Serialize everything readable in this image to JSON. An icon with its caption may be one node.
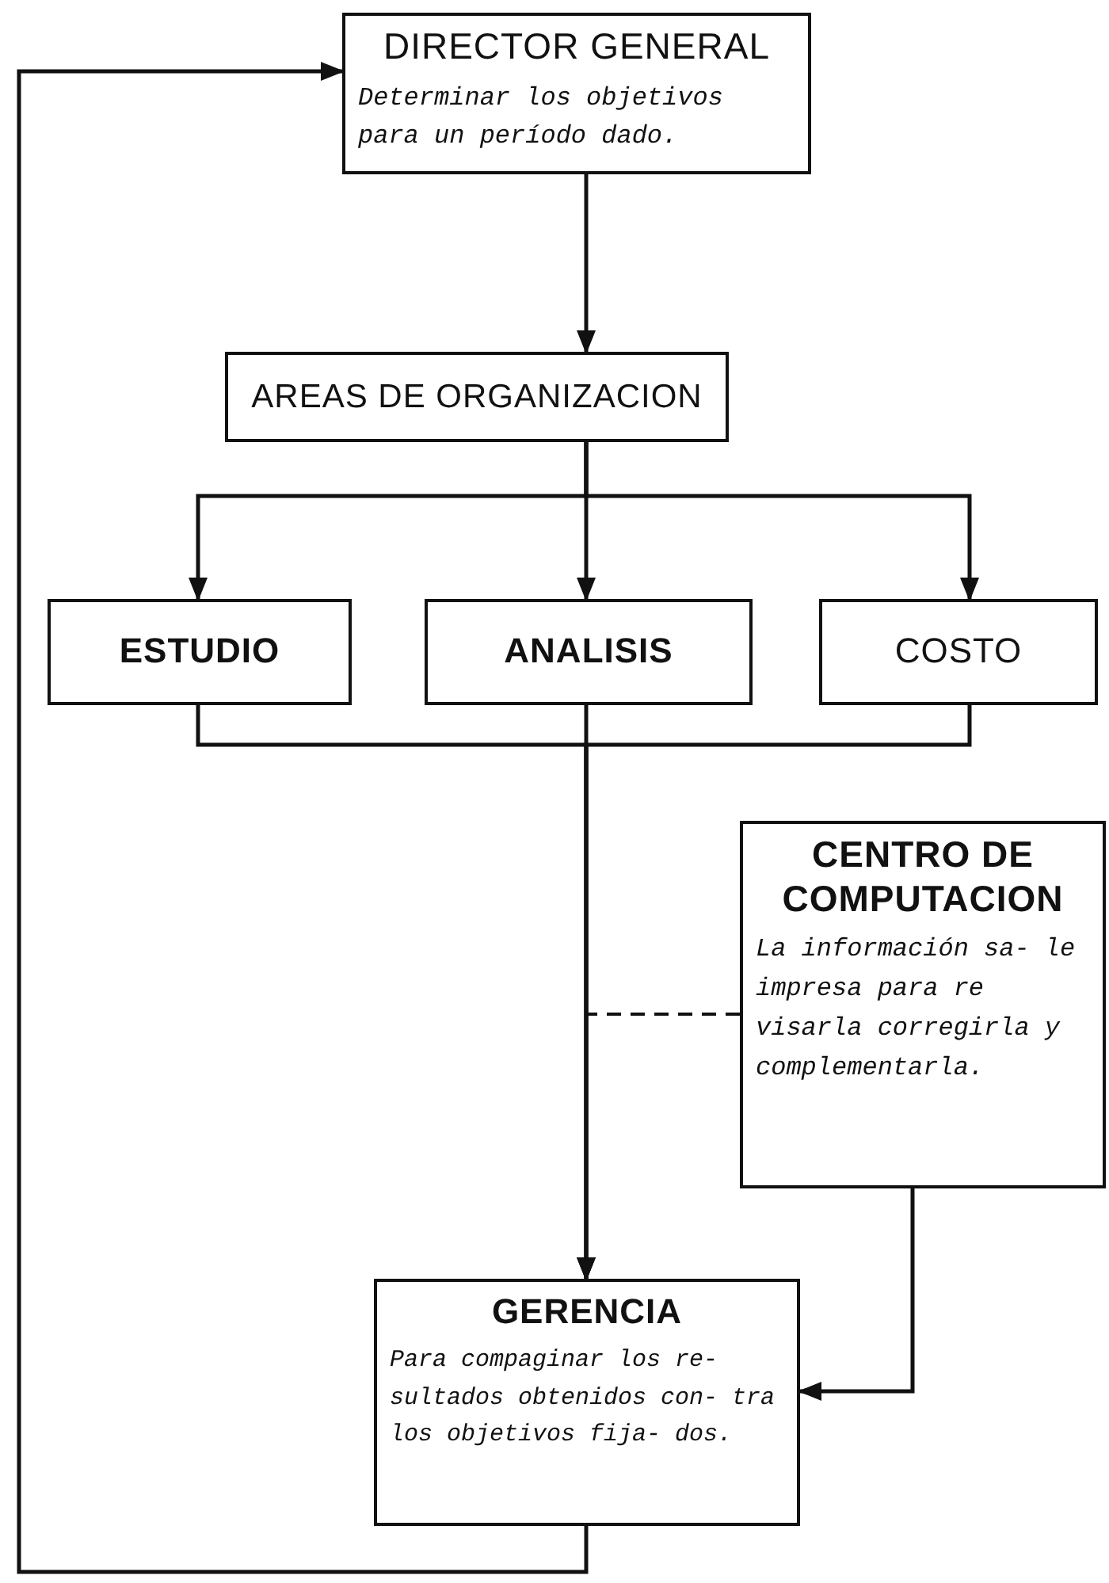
{
  "diagram": {
    "nodes": [
      {
        "text": [
          "DIRECTOR GENERAL",
          "Determinar los objetivos para un período dado."
        ]
      },
      {
        "text": [
          "AREAS DE ORGANIZACION"
        ]
      },
      {
        "text": [
          "ESTUDIO"
        ]
      },
      {
        "text": [
          "ANALISIS"
        ]
      },
      {
        "text": [
          "COSTO"
        ]
      },
      {
        "text": [
          "CENTRO DE COMPUTACION",
          "La información sa- le impresa para re visarla corregirla y complementarla."
        ]
      },
      {
        "text": [
          "GERENCIA",
          "Para compaginar los re- sultados obtenidos con- tra los objetivos fija- dos."
        ]
      }
    ],
    "edges": [
      {
        "from": 0,
        "to": 1,
        "arrow": "to"
      },
      {
        "from": 1,
        "to": 2,
        "arrow": "to"
      },
      {
        "from": 1,
        "to": 3,
        "arrow": "to"
      },
      {
        "from": 1,
        "to": 4,
        "arrow": "to"
      },
      {
        "from": 2,
        "to": 6,
        "arrow": "to"
      },
      {
        "from": 3,
        "to": 6,
        "arrow": "to"
      },
      {
        "from": 4,
        "to": 6,
        "arrow": "to"
      },
      {
        "from": 5,
        "to": 6,
        "arrow": "to"
      },
      {
        "from": 5,
        "to": null,
        "arrow": "none",
        "style": "dashed"
      },
      {
        "from": 6,
        "to": 0,
        "arrow": "to"
      }
    ]
  }
}
